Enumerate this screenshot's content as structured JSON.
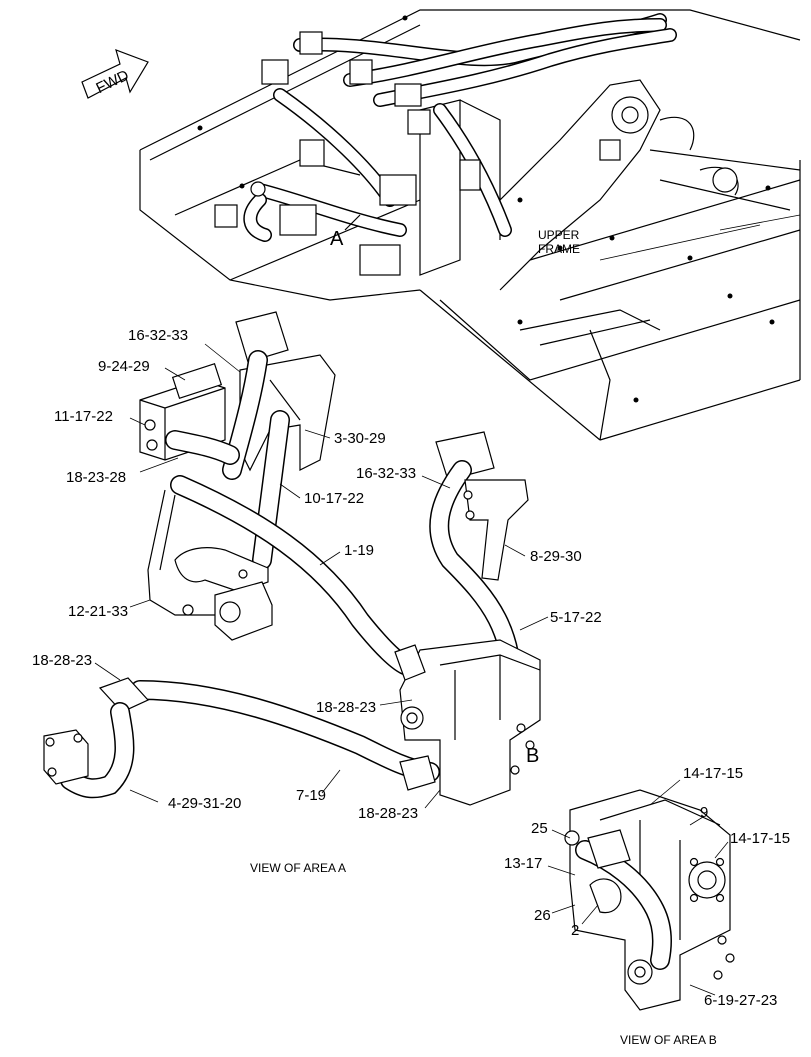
{
  "fwd_arrow": {
    "text": "FWD"
  },
  "overview": {
    "frame_label_line1": "UPPER",
    "frame_label_line2": "FRAME",
    "area_a_marker": "A"
  },
  "view_a": {
    "caption": "VIEW OF AREA A",
    "area_b_marker": "B",
    "callouts": [
      "16-32-33",
      "9-24-29",
      "11-17-22",
      "18-23-28",
      "3-30-29",
      "10-17-22",
      "1-19",
      "12-21-33",
      "16-32-33",
      "8-29-30",
      "5-17-22",
      "18-28-23",
      "18-28-23",
      "4-29-31-20",
      "7-19",
      "18-28-23"
    ]
  },
  "view_b": {
    "caption": "VIEW OF AREA B",
    "callouts": [
      "14-17-15",
      "9",
      "25",
      "14-17-15",
      "13-17",
      "26",
      "2",
      "6-19-27-23"
    ]
  }
}
